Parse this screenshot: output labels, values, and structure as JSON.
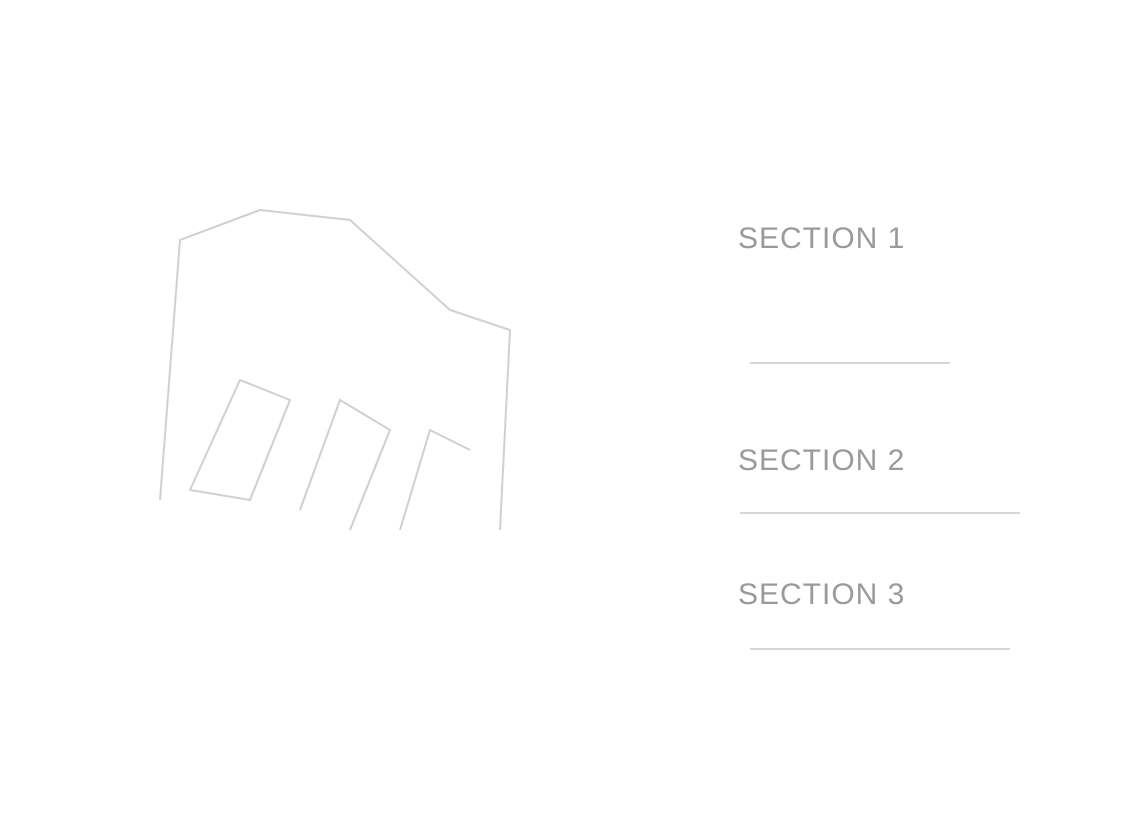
{
  "sections": [
    {
      "title": "SECTION 1"
    },
    {
      "title": "SECTION 2"
    },
    {
      "title": "SECTION 3"
    }
  ],
  "colors": {
    "background": "#ffffff",
    "ghost": "#fafafa"
  }
}
